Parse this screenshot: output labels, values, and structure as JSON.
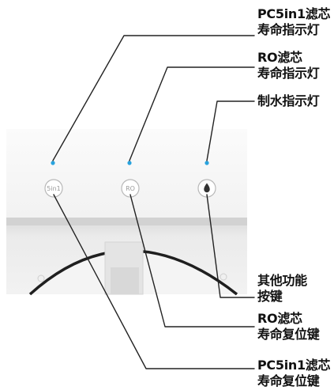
{
  "colors": {
    "indicator_light": "#29a3de",
    "panel_top": "#f7f7f7",
    "panel_bottom": "#e9e9e9",
    "leader_line": "#222222",
    "label_text": "#111111"
  },
  "buttons": [
    {
      "label": "5in1",
      "icon": null
    },
    {
      "label": "RO",
      "icon": null
    },
    {
      "label": "",
      "icon": "water-drop-icon"
    }
  ],
  "callouts": {
    "pc5in1_light": [
      "PC5in1滤芯",
      "寿命指示灯"
    ],
    "ro_light": [
      "RO滤芯",
      "寿命指示灯"
    ],
    "water_light": [
      "制水指示灯"
    ],
    "function_key": [
      "其他功能",
      "按键"
    ],
    "ro_reset": [
      "RO滤芯",
      "寿命复位键"
    ],
    "pc5in1_reset": [
      "PC5in1滤芯",
      "寿命复位键"
    ]
  }
}
